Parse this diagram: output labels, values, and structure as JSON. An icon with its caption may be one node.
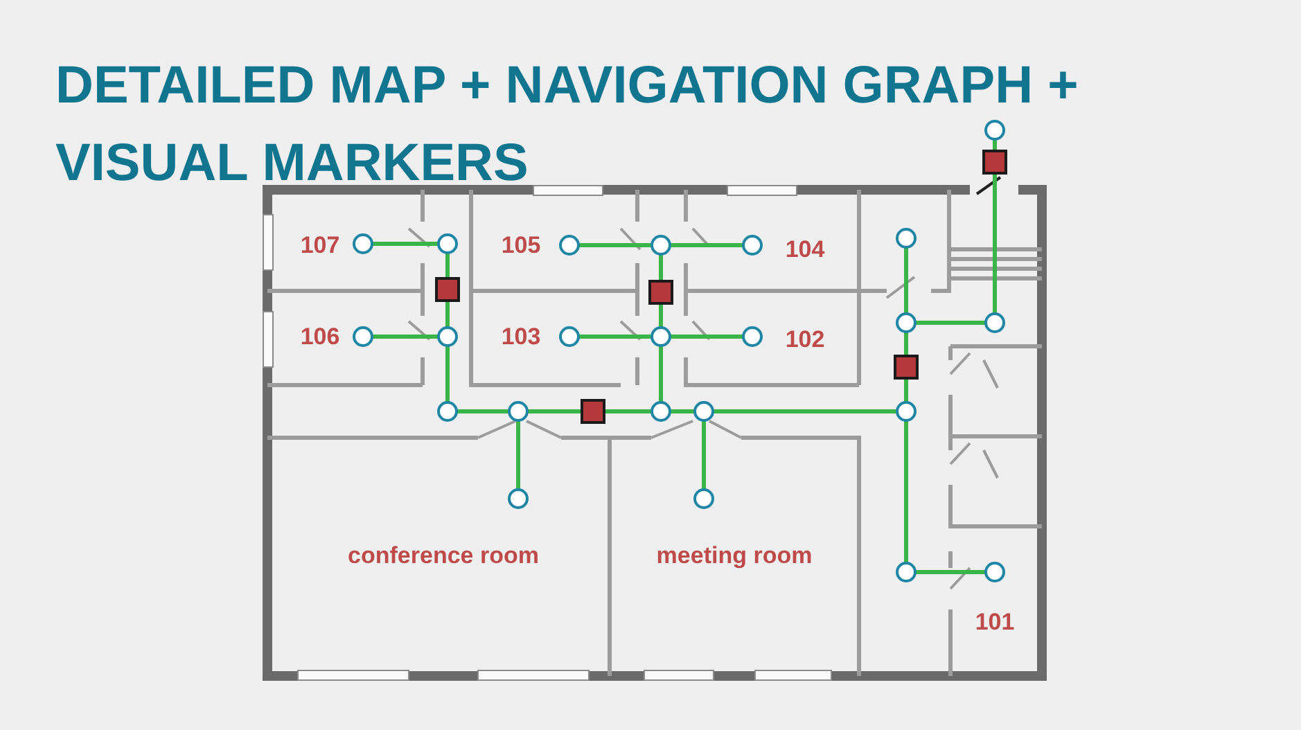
{
  "diagram": {
    "title": "DETAILED MAP + NAVIGATION GRAPH + VISUAL MARKERS",
    "nodes": [
      {
        "text": [],
        "shape": "circle"
      },
      {
        "text": [],
        "shape": "circle"
      },
      {
        "text": [],
        "shape": "circle"
      },
      {
        "text": [],
        "shape": "circle"
      },
      {
        "text": [],
        "shape": "circle"
      },
      {
        "text": [],
        "shape": "circle"
      },
      {
        "text": [],
        "shape": "circle"
      },
      {
        "text": [],
        "shape": "circle"
      },
      {
        "text": [],
        "shape": "circle"
      },
      {
        "text": [],
        "shape": "circle"
      },
      {
        "text": [],
        "shape": "circle"
      },
      {
        "text": [],
        "shape": "circle"
      },
      {
        "text": [],
        "shape": "circle"
      },
      {
        "text": [],
        "shape": "circle"
      },
      {
        "text": [],
        "shape": "circle"
      },
      {
        "text": [],
        "shape": "circle"
      },
      {
        "text": [],
        "shape": "circle"
      },
      {
        "text": [],
        "shape": "circle"
      },
      {
        "text": [],
        "shape": "circle"
      },
      {
        "text": [],
        "shape": "circle"
      },
      {
        "text": [],
        "shape": "circle"
      },
      {
        "text": [],
        "shape": "circle"
      },
      {
        "text": [],
        "shape": "circle"
      },
      {
        "text": [],
        "shape": "box"
      },
      {
        "text": [],
        "shape": "box"
      },
      {
        "text": [],
        "shape": "box"
      },
      {
        "text": [],
        "shape": "box"
      },
      {
        "text": [],
        "shape": "box"
      }
    ],
    "edges": [
      {
        "from": 0,
        "to": 1,
        "arrow": "none"
      },
      {
        "from": 1,
        "to": 23,
        "arrow": "none"
      },
      {
        "from": 23,
        "to": 2,
        "arrow": "none"
      },
      {
        "from": 3,
        "to": 2,
        "arrow": "none"
      },
      {
        "from": 2,
        "to": 4,
        "arrow": "none"
      },
      {
        "from": 4,
        "to": 5,
        "arrow": "none"
      },
      {
        "from": 5,
        "to": 6,
        "arrow": "none"
      },
      {
        "from": 5,
        "to": 24,
        "arrow": "none"
      },
      {
        "from": 24,
        "to": 7,
        "arrow": "none"
      },
      {
        "from": 7,
        "to": 8,
        "arrow": "none"
      },
      {
        "from": 8,
        "to": 9,
        "arrow": "none"
      },
      {
        "from": 8,
        "to": 20,
        "arrow": "none"
      },
      {
        "from": 7,
        "to": 14,
        "arrow": "none"
      },
      {
        "from": 14,
        "to": 25,
        "arrow": "none"
      },
      {
        "from": 25,
        "to": 11,
        "arrow": "none"
      },
      {
        "from": 10,
        "to": 11,
        "arrow": "none"
      },
      {
        "from": 11,
        "to": 12,
        "arrow": "none"
      },
      {
        "from": 13,
        "to": 14,
        "arrow": "none"
      },
      {
        "from": 14,
        "to": 15,
        "arrow": "none"
      },
      {
        "from": 16,
        "to": 17,
        "arrow": "none"
      },
      {
        "from": 17,
        "to": 18,
        "arrow": "none"
      },
      {
        "from": 17,
        "to": 26,
        "arrow": "none"
      },
      {
        "from": 26,
        "to": 20,
        "arrow": "none"
      },
      {
        "from": 18,
        "to": 27,
        "arrow": "none"
      },
      {
        "from": 27,
        "to": 19,
        "arrow": "none"
      },
      {
        "from": 20,
        "to": 21,
        "arrow": "none"
      },
      {
        "from": 21,
        "to": 22,
        "arrow": "none"
      }
    ],
    "labels": [
      "107",
      "105",
      "104",
      "106",
      "103",
      "102",
      "conference room",
      "meeting room",
      "101"
    ]
  }
}
